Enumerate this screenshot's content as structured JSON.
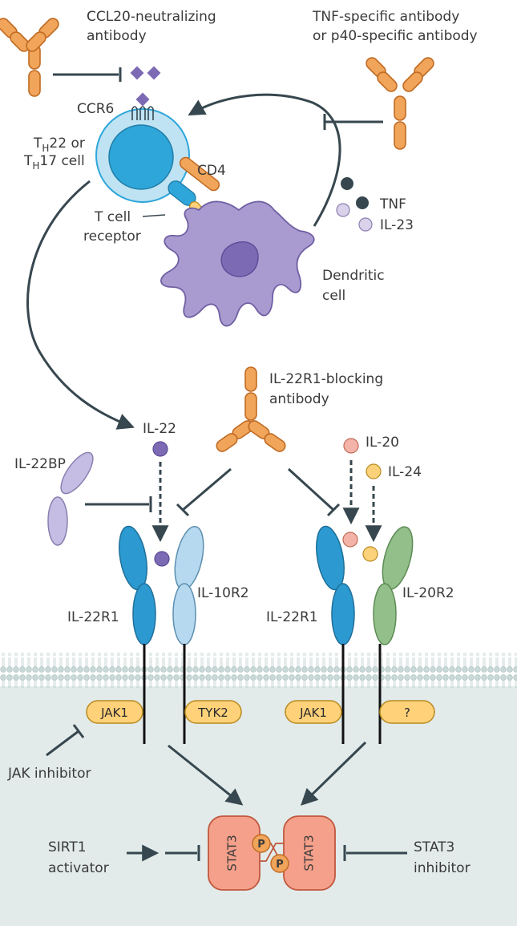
{
  "colors": {
    "antibody_fill": "#f0a55a",
    "antibody_stroke": "#c06a22",
    "cytokine_purple": "#7d6ab5",
    "arrow": "#37474f",
    "membrane_top": "#bcd1cf",
    "cytoplasm": "#e2ebea",
    "receptor_blue": "#2c9ad1",
    "receptor_lightblue": "#b7d9ef",
    "receptor_green": "#93c08a",
    "jak_yellow": "#ffd27a",
    "stat3_fill": "#f5a08a",
    "il20_pink": "#f3b3a8",
    "il24_yellow": "#fbd27a",
    "tnf_dark": "#37474f",
    "il23_light": "#d9d2ea",
    "dendritic": "#a99bd0",
    "tcell_outer": "#bfe3f3",
    "tcell_inner": "#2fa6da"
  },
  "labels": {
    "ccl20_line1": "CCL20-neutralizing",
    "ccl20_line2": "antibody",
    "tnf_ab_line1": "TNF-specific antibody",
    "tnf_ab_line2": "or p40-specific antibody",
    "ccr6": "CCR6",
    "th_line1_main": "T",
    "th_line1_sub": "H",
    "th_line1_rest": "22 or",
    "th_line2_main": "T",
    "th_line2_sub": "H",
    "th_line2_rest": "17 cell",
    "cd4": "CD4",
    "tcr_line1": "T cell",
    "tcr_line2": "receptor",
    "tnf": "TNF",
    "il23": "IL-23",
    "dc_line1": "Dendritic",
    "dc_line2": "cell",
    "il22r1_ab_line1": "IL-22R1-blocking",
    "il22r1_ab_line2": "antibody",
    "il22": "IL-22",
    "il22bp": "IL-22BP",
    "il20": "IL-20",
    "il24": "IL-24",
    "il22r1_left": "IL-22R1",
    "il10r2": "IL-10R2",
    "il22r1_right": "IL-22R1",
    "il20r2": "IL-20R2",
    "jak1_left": "JAK1",
    "tyk2": "TYK2",
    "jak1_right": "JAK1",
    "unknown_kinase": "?",
    "jak_inhibitor": "JAK inhibitor",
    "stat3_left": "STAT3",
    "stat3_right": "STAT3",
    "p1": "P",
    "p2": "P",
    "sirt1_line1": "SIRT1",
    "sirt1_line2": "activator",
    "stat3_inh_line1": "STAT3",
    "stat3_inh_line2": "inhibitor"
  }
}
